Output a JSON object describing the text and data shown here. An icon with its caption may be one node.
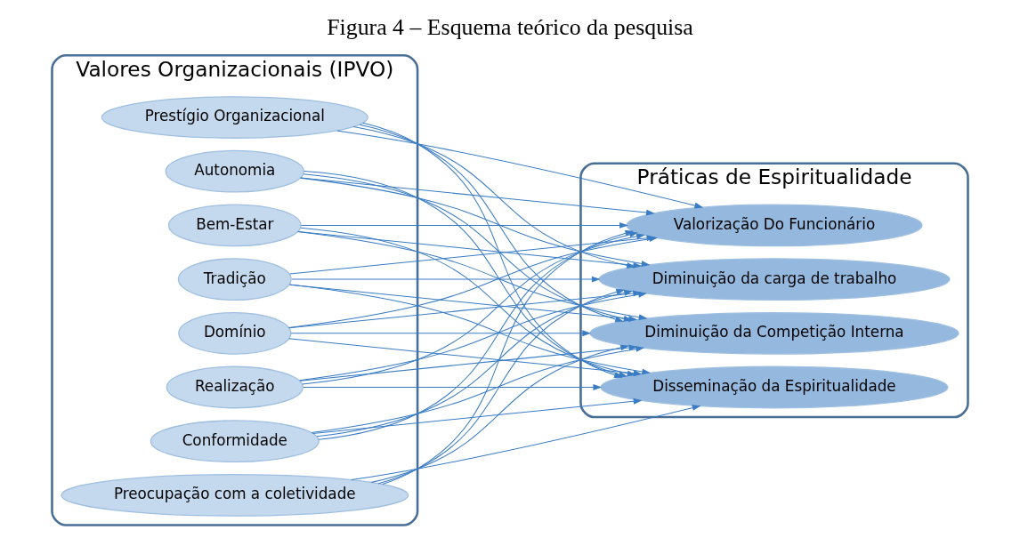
{
  "diagram": {
    "title": "Figura 4 – Esquema teórico da pesquisa",
    "nodes": [
      {
        "text": [
          "Valores Organizacionais (IPVO)"
        ]
      },
      {
        "text": [
          "Domínio"
        ],
        "in": 0
      },
      {
        "text": [
          "Realização"
        ],
        "in": 0
      },
      {
        "text": [
          "Conformidade"
        ],
        "in": 0
      },
      {
        "text": [
          "Preocupação com a coletividade"
        ],
        "in": 0
      },
      {
        "text": [
          "Prestígio Organizacional"
        ],
        "in": 0
      },
      {
        "text": [
          "Autonomia"
        ],
        "in": 0
      },
      {
        "text": [
          "Bem-Estar"
        ],
        "in": 0
      },
      {
        "text": [
          "Tradição"
        ],
        "in": 0
      },
      {
        "text": [
          "Práticas de Espiritualidade"
        ]
      },
      {
        "text": [
          "Valorização Do Funcionário"
        ],
        "in": 9
      },
      {
        "text": [
          "Diminuição da carga de trabalho"
        ],
        "in": 9
      },
      {
        "text": [
          "Diminuição da Competição Interna"
        ],
        "in": 9
      },
      {
        "text": [
          "Disseminação da Espiritualidade"
        ],
        "in": 9
      }
    ],
    "edges": [
      {
        "from": 1,
        "to": 10,
        "arrow": "to"
      },
      {
        "from": 1,
        "to": 11,
        "arrow": "to"
      },
      {
        "from": 1,
        "to": 12,
        "arrow": "to"
      },
      {
        "from": 1,
        "to": 13,
        "arrow": "to"
      },
      {
        "from": 2,
        "to": 10,
        "arrow": "to"
      },
      {
        "from": 2,
        "to": 11,
        "arrow": "to"
      },
      {
        "from": 2,
        "to": 12,
        "arrow": "to"
      },
      {
        "from": 2,
        "to": 13,
        "arrow": "to"
      },
      {
        "from": 3,
        "to": 10,
        "arrow": "to"
      },
      {
        "from": 3,
        "to": 11,
        "arrow": "to"
      },
      {
        "from": 3,
        "to": 12,
        "arrow": "to"
      },
      {
        "from": 3,
        "to": 13,
        "arrow": "to"
      },
      {
        "from": 4,
        "to": 10,
        "arrow": "to"
      },
      {
        "from": 4,
        "to": 11,
        "arrow": "to"
      },
      {
        "from": 4,
        "to": 12,
        "arrow": "to"
      },
      {
        "from": 4,
        "to": 13,
        "arrow": "to"
      },
      {
        "from": 5,
        "to": 10,
        "arrow": "to"
      },
      {
        "from": 5,
        "to": 11,
        "arrow": "to"
      },
      {
        "from": 5,
        "to": 12,
        "arrow": "to"
      },
      {
        "from": 5,
        "to": 13,
        "arrow": "to"
      },
      {
        "from": 6,
        "to": 10,
        "arrow": "to"
      },
      {
        "from": 6,
        "to": 11,
        "arrow": "to"
      },
      {
        "from": 6,
        "to": 12,
        "arrow": "to"
      },
      {
        "from": 6,
        "to": 13,
        "arrow": "to"
      },
      {
        "from": 7,
        "to": 10,
        "arrow": "to"
      },
      {
        "from": 7,
        "to": 11,
        "arrow": "to"
      },
      {
        "from": 7,
        "to": 12,
        "arrow": "to"
      },
      {
        "from": 7,
        "to": 13,
        "arrow": "to"
      },
      {
        "from": 8,
        "to": 10,
        "arrow": "to"
      },
      {
        "from": 8,
        "to": 11,
        "arrow": "to"
      },
      {
        "from": 8,
        "to": 12,
        "arrow": "to"
      },
      {
        "from": 8,
        "to": 13,
        "arrow": "to"
      }
    ]
  }
}
